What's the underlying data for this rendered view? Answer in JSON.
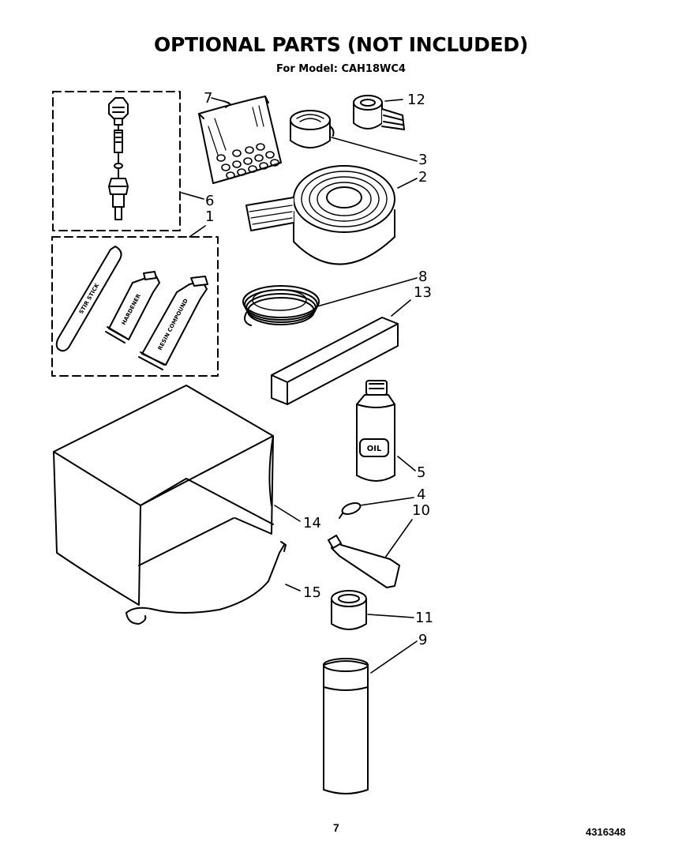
{
  "header": {
    "title": "OPTIONAL PARTS (NOT INCLUDED)",
    "subtitle": "For Model: CAH18WC4"
  },
  "callouts": {
    "c1": "1",
    "c2": "2",
    "c3": "3",
    "c4": "4",
    "c5": "5",
    "c6": "6",
    "c7": "7",
    "c8": "8",
    "c9": "9",
    "c10": "10",
    "c11": "11",
    "c12": "12",
    "c13": "13",
    "c14": "14",
    "c15": "15"
  },
  "labels": {
    "oil": "OIL",
    "stir_stick": "STIR STICK",
    "tube_small": "HARDENER",
    "tube_large": "RESIN COMPOUND"
  },
  "footer": {
    "page_number": "7",
    "doc_number": "4316348"
  }
}
